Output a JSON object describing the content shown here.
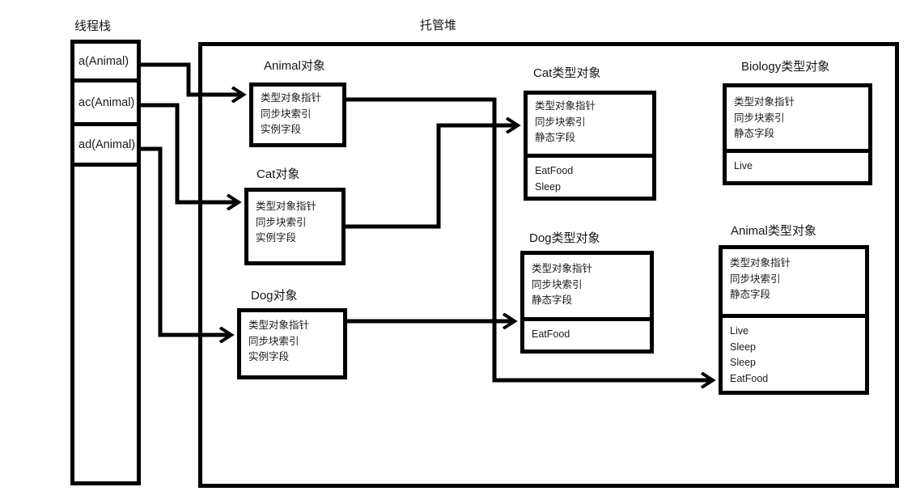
{
  "stack": {
    "title": "线程栈",
    "cells": [
      {
        "label": "a(Animal)"
      },
      {
        "label": "ac(Animal)"
      },
      {
        "label": "ad(Animal)"
      }
    ]
  },
  "heap": {
    "title": "托管堆"
  },
  "boxes": {
    "animal_obj": {
      "title": "Animal对象",
      "fields": [
        "类型对象指针",
        "同步块索引",
        "实例字段"
      ]
    },
    "cat_obj": {
      "title": "Cat对象",
      "fields": [
        "类型对象指针",
        "同步块索引",
        "实例字段"
      ]
    },
    "dog_obj": {
      "title": "Dog对象",
      "fields": [
        "类型对象指针",
        "同步块索引",
        "实例字段"
      ]
    },
    "cat_type": {
      "title": "Cat类型对象",
      "fields": [
        "类型对象指针",
        "同步块索引",
        "静态字段"
      ],
      "methods": [
        "EatFood",
        "Sleep"
      ]
    },
    "biology_type": {
      "title": "Biology类型对象",
      "fields": [
        "类型对象指针",
        "同步块索引",
        "静态字段"
      ],
      "methods": [
        "Live"
      ]
    },
    "dog_type": {
      "title": "Dog类型对象",
      "fields": [
        "类型对象指针",
        "同步块索引",
        "静态字段"
      ],
      "methods": [
        "EatFood"
      ]
    },
    "animal_type": {
      "title": "Animal类型对象",
      "fields": [
        "类型对象指针",
        "同步块索引",
        "静态字段"
      ],
      "methods": [
        "Live",
        "Sleep",
        "Sleep",
        "EatFood"
      ]
    }
  },
  "colors": {
    "line": "#000000",
    "background": "#ffffff",
    "text": "#1b1b1b"
  }
}
